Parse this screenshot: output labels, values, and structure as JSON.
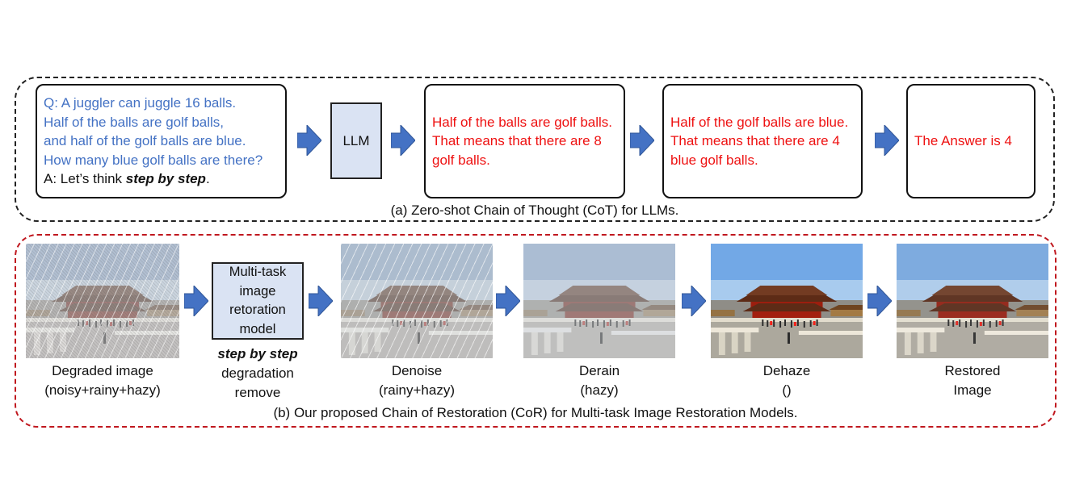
{
  "panel_a": {
    "question_lines": [
      "Q: A juggler can juggle 16 balls.",
      "Half of the balls are golf balls,",
      "and half of the golf balls are blue.",
      "How many blue golf balls are there?"
    ],
    "answer_prefix": "A: Let’s think ",
    "answer_emphasis": "step by step",
    "answer_suffix": ".",
    "llm_label": "LLM",
    "step1": "Half of the balls are golf balls. That means that there are 8 golf balls.",
    "step2": "Half of the golf balls are blue. That means that there are 4 blue golf balls.",
    "answer": "The Answer is 4",
    "caption": "(a) Zero-shot Chain of Thought (CoT) for LLMs."
  },
  "panel_b": {
    "model_lines": [
      "Multi-task",
      "image",
      "retoration",
      "model"
    ],
    "model_emphasis": "step by step",
    "model_sub_lines": [
      "degradation",
      "remove"
    ],
    "stages": [
      {
        "line1": "Degraded image",
        "line2": "(noisy+rainy+hazy)"
      },
      {
        "line1": "Denoise",
        "line2": "(rainy+hazy)"
      },
      {
        "line1": "Derain",
        "line2": "(hazy)"
      },
      {
        "line1": "Dehaze",
        "line2": "()"
      },
      {
        "line1": "Restored",
        "line2": "Image"
      }
    ],
    "caption": "(b) Our proposed Chain of Restoration (CoR) for Multi-task Image Restoration Models."
  },
  "colors": {
    "question_blue": "#4472c4",
    "answer_red": "#ee1111",
    "arrow_blue": "#4472c4",
    "model_fill": "#dae3f3",
    "panel_b_border": "#c0181f"
  }
}
